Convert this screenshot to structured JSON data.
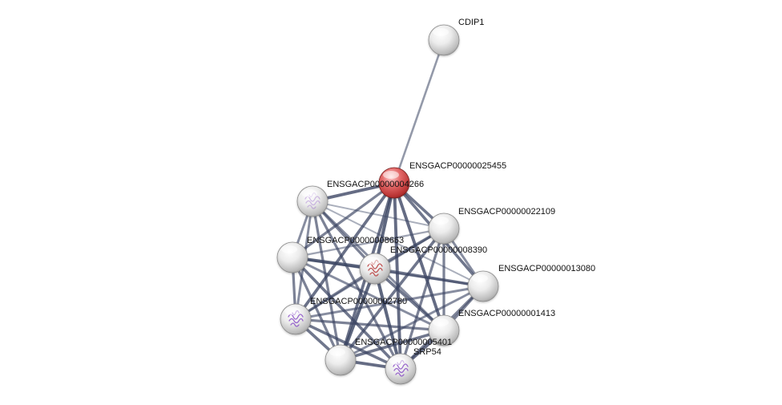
{
  "colors": {
    "background": "#ffffff",
    "node_default": "#d6d6d6",
    "node_query": "#d94a4a",
    "edge": "#3b4563",
    "structure_purple": "#8a4fc7",
    "structure_red": "#b83a3a"
  },
  "network": {
    "nodes": [
      {
        "id": "cdip1",
        "label": "CDIP1",
        "query": false,
        "structure": "none"
      },
      {
        "id": "n25455",
        "label": "ENSGACP00000025455",
        "query": true,
        "structure": "none"
      },
      {
        "id": "n4266",
        "label": "ENSGACP00000004266",
        "query": false,
        "structure": "faint"
      },
      {
        "id": "n22109",
        "label": "ENSGACP00000022109",
        "query": false,
        "structure": "none"
      },
      {
        "id": "n8663",
        "label": "ENSGACP00000008663",
        "query": false,
        "structure": "none"
      },
      {
        "id": "n8390",
        "label": "ENSGACP00000008390",
        "query": false,
        "structure": "red"
      },
      {
        "id": "n13080",
        "label": "ENSGACP00000013080",
        "query": false,
        "structure": "none"
      },
      {
        "id": "n2780",
        "label": "ENSGACP00000002780",
        "query": false,
        "structure": "purple"
      },
      {
        "id": "n1413",
        "label": "ENSGACP00000001413",
        "query": false,
        "structure": "none"
      },
      {
        "id": "n5401",
        "label": "ENSGACP00000005401",
        "query": false,
        "structure": "none"
      },
      {
        "id": "srp54",
        "label": "SRP54",
        "query": false,
        "structure": "purple"
      }
    ],
    "edges": [
      {
        "source": "cdip1",
        "target": "n25455",
        "score": 0.5
      },
      {
        "source": "n25455",
        "target": "n4266",
        "score": 0.9
      },
      {
        "source": "n25455",
        "target": "n22109",
        "score": 0.8
      },
      {
        "source": "n25455",
        "target": "n8663",
        "score": 0.7
      },
      {
        "source": "n25455",
        "target": "n8390",
        "score": 0.95
      },
      {
        "source": "n25455",
        "target": "n13080",
        "score": 0.8
      },
      {
        "source": "n25455",
        "target": "n2780",
        "score": 0.85
      },
      {
        "source": "n25455",
        "target": "n1413",
        "score": 0.9
      },
      {
        "source": "n25455",
        "target": "n5401",
        "score": 0.85
      },
      {
        "source": "n25455",
        "target": "srp54",
        "score": 0.9
      },
      {
        "source": "n4266",
        "target": "n22109",
        "score": 0.3
      },
      {
        "source": "n4266",
        "target": "n8663",
        "score": 0.6
      },
      {
        "source": "n4266",
        "target": "n8390",
        "score": 0.7
      },
      {
        "source": "n4266",
        "target": "n13080",
        "score": 0.3
      },
      {
        "source": "n4266",
        "target": "n2780",
        "score": 0.6
      },
      {
        "source": "n4266",
        "target": "n1413",
        "score": 0.6
      },
      {
        "source": "n4266",
        "target": "n5401",
        "score": 0.7
      },
      {
        "source": "n4266",
        "target": "srp54",
        "score": 0.7
      },
      {
        "source": "n22109",
        "target": "n8663",
        "score": 0.4
      },
      {
        "source": "n22109",
        "target": "n8390",
        "score": 0.8
      },
      {
        "source": "n22109",
        "target": "n13080",
        "score": 0.6
      },
      {
        "source": "n22109",
        "target": "n2780",
        "score": 0.5
      },
      {
        "source": "n22109",
        "target": "n1413",
        "score": 0.7
      },
      {
        "source": "n22109",
        "target": "n5401",
        "score": 0.8
      },
      {
        "source": "n22109",
        "target": "srp54",
        "score": 0.7
      },
      {
        "source": "n8663",
        "target": "n8390",
        "score": 0.95
      },
      {
        "source": "n8663",
        "target": "n13080",
        "score": 0.5
      },
      {
        "source": "n8663",
        "target": "n2780",
        "score": 0.7
      },
      {
        "source": "n8663",
        "target": "n1413",
        "score": 0.6
      },
      {
        "source": "n8663",
        "target": "n5401",
        "score": 0.7
      },
      {
        "source": "n8663",
        "target": "srp54",
        "score": 0.8
      },
      {
        "source": "n8390",
        "target": "n13080",
        "score": 0.8
      },
      {
        "source": "n8390",
        "target": "n2780",
        "score": 0.7
      },
      {
        "source": "n8390",
        "target": "n1413",
        "score": 0.8
      },
      {
        "source": "n8390",
        "target": "n5401",
        "score": 0.95
      },
      {
        "source": "n8390",
        "target": "srp54",
        "score": 0.95
      },
      {
        "source": "n13080",
        "target": "n2780",
        "score": 0.6
      },
      {
        "source": "n13080",
        "target": "n1413",
        "score": 0.7
      },
      {
        "source": "n13080",
        "target": "n5401",
        "score": 0.6
      },
      {
        "source": "n13080",
        "target": "srp54",
        "score": 0.7
      },
      {
        "source": "n2780",
        "target": "n1413",
        "score": 0.7
      },
      {
        "source": "n2780",
        "target": "n5401",
        "score": 0.8
      },
      {
        "source": "n2780",
        "target": "srp54",
        "score": 0.8
      },
      {
        "source": "n1413",
        "target": "n5401",
        "score": 0.8
      },
      {
        "source": "n1413",
        "target": "srp54",
        "score": 0.9
      },
      {
        "source": "n5401",
        "target": "srp54",
        "score": 0.9
      }
    ]
  }
}
